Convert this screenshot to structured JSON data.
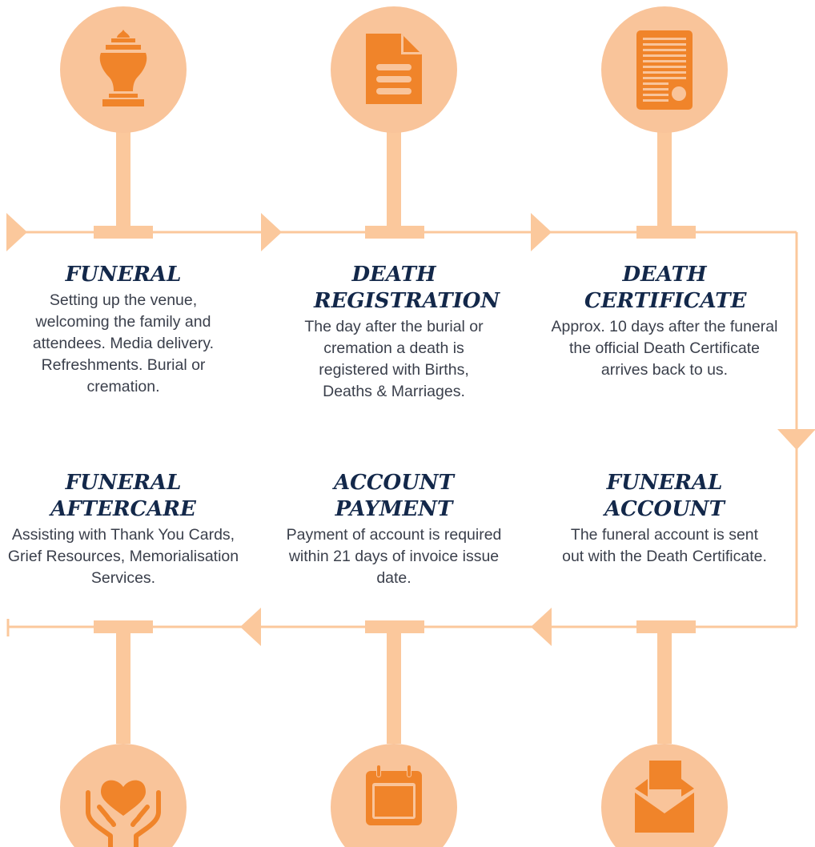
{
  "colors": {
    "circle": "#f9c49a",
    "line": "#fbc89c",
    "icon": "#f0842a",
    "title": "#13284a",
    "text": "#3a3f4b"
  },
  "steps": [
    {
      "title": "FUNERAL",
      "description": "Setting up the venue, welcoming the family and attendees. Media delivery. Refreshments. Burial or cremation.",
      "icon": "urn-icon"
    },
    {
      "title": "DEATH REGISTRATION",
      "description": "The day after the burial or cremation a death is registered with Births, Deaths & Marriages.",
      "icon": "document-icon"
    },
    {
      "title": "DEATH CERTIFICATE",
      "description": "Approx. 10 days after the funeral the official Death Certificate arrives back to us.",
      "icon": "certificate-icon"
    },
    {
      "title": "FUNERAL ACCOUNT",
      "description": "The funeral account is sent out with the Death Certificate.",
      "icon": "envelope-icon"
    },
    {
      "title": "ACCOUNT PAYMENT",
      "description": "Payment of account is required within 21 days of invoice issue date.",
      "icon": "calendar-icon"
    },
    {
      "title": "FUNERAL AFTERCARE",
      "description": "Assisting with Thank You Cards, Grief Resources, Memorialisation Services.",
      "icon": "heart-hands-icon"
    }
  ]
}
